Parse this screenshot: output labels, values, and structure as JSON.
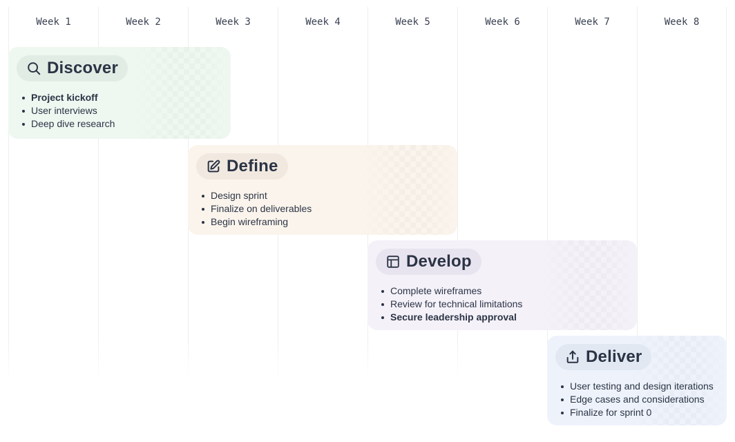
{
  "weeks": [
    "Week 1",
    "Week 2",
    "Week 3",
    "Week 4",
    "Week 5",
    "Week 6",
    "Week 7",
    "Week 8"
  ],
  "phases": {
    "discover": {
      "title": "Discover",
      "icon": "search-icon",
      "color": "#eef7f0",
      "items": [
        {
          "text": "Project kickoff",
          "bold": true
        },
        {
          "text": "User interviews",
          "bold": false
        },
        {
          "text": "Deep dive research",
          "bold": false
        }
      ]
    },
    "define": {
      "title": "Define",
      "icon": "edit-icon",
      "color": "#fbf4ec",
      "items": [
        {
          "text": "Design sprint",
          "bold": false
        },
        {
          "text": "Finalize on deliverables",
          "bold": false
        },
        {
          "text": "Begin wireframing",
          "bold": false
        }
      ]
    },
    "develop": {
      "title": "Develop",
      "icon": "layout-icon",
      "color": "#f4f1f9",
      "items": [
        {
          "text": "Complete wireframes",
          "bold": false
        },
        {
          "text": "Review for technical limitations",
          "bold": false
        },
        {
          "text": "Secure leadership approval",
          "bold": true
        }
      ]
    },
    "deliver": {
      "title": "Deliver",
      "icon": "share-icon",
      "color": "#eef3fb",
      "items": [
        {
          "text": "User testing and design iterations",
          "bold": false
        },
        {
          "text": "Edge cases and considerations",
          "bold": false
        },
        {
          "text": "Finalize for sprint 0",
          "bold": false
        }
      ]
    }
  }
}
